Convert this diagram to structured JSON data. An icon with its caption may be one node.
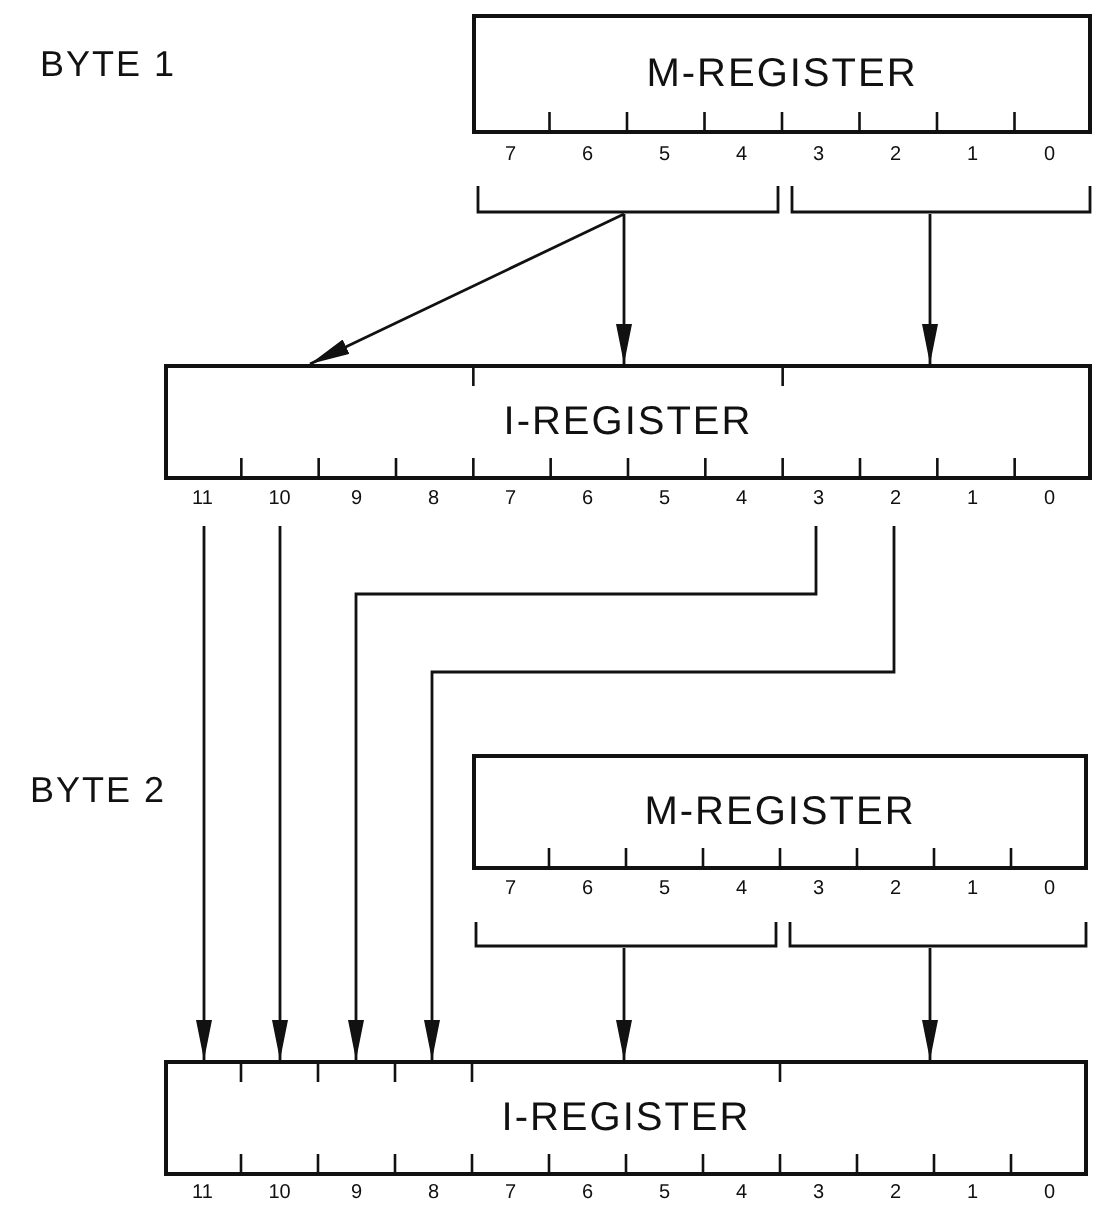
{
  "diagram": {
    "nodes": [
      {
        "text": [
          "M-REGISTER"
        ]
      },
      {
        "text": [],
        "shape": "bracket"
      },
      {
        "text": [],
        "shape": "bracket"
      },
      {
        "text": [
          "I-REGISTER"
        ]
      },
      {
        "text": [
          "M-REGISTER"
        ]
      },
      {
        "text": [],
        "shape": "bracket"
      },
      {
        "text": [],
        "shape": "bracket"
      },
      {
        "text": [
          "I-REGISTER"
        ]
      }
    ],
    "edges": [
      {
        "from": 1,
        "to": 3,
        "arrow": "to"
      },
      {
        "from": 1,
        "to": 3,
        "arrow": "to"
      },
      {
        "from": 2,
        "to": 3,
        "arrow": "to"
      },
      {
        "from": 3,
        "to": 7,
        "arrow": "to"
      },
      {
        "from": 3,
        "to": 7,
        "arrow": "to"
      },
      {
        "from": 3,
        "to": 7,
        "arrow": "to"
      },
      {
        "from": 3,
        "to": 7,
        "arrow": "to"
      },
      {
        "from": 5,
        "to": 7,
        "arrow": "to"
      },
      {
        "from": 6,
        "to": 7,
        "arrow": "to"
      }
    ],
    "labels": [
      "BYTE 1",
      "7",
      "6",
      "5",
      "4",
      "3",
      "2",
      "1",
      "0",
      "11",
      "10",
      "9",
      "8",
      "7",
      "6",
      "5",
      "4",
      "3",
      "2",
      "1",
      "0",
      "BYTE 2",
      "7",
      "6",
      "5",
      "4",
      "3",
      "2",
      "1",
      "0",
      "11",
      "10",
      "9",
      "8",
      "7",
      "6",
      "5",
      "4",
      "3",
      "2",
      "1",
      "0"
    ]
  }
}
